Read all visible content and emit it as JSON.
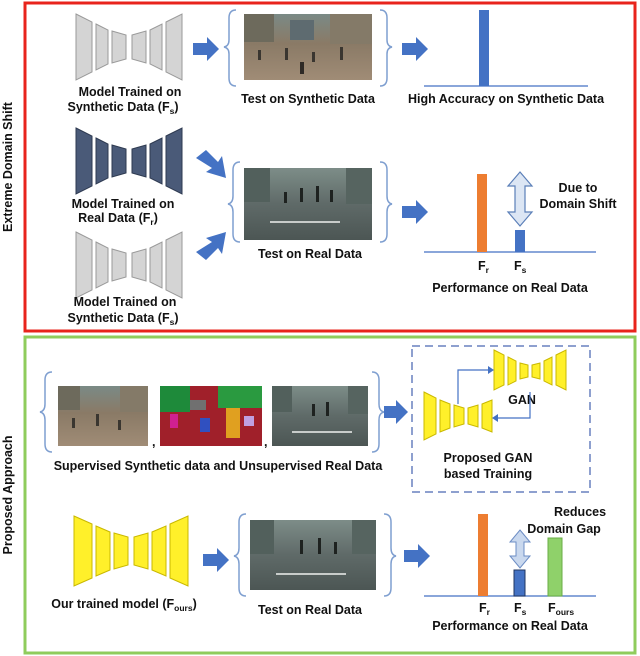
{
  "colors": {
    "top_border": "#e8241c",
    "bottom_border": "#8fcc5c",
    "arrow_blue": "#4472c4",
    "brace": "#7f9fd0",
    "bar_blue": "#4472c4",
    "bar_orange": "#ed7d31",
    "bar_green": "#8fd16a",
    "model_gray": "#d4d4d4",
    "model_dark": "#4a5a78",
    "model_yellow": "#fff02a",
    "gan_box": "#8ea0cf"
  },
  "top_section": {
    "side_label": "Extreme Domain Shift",
    "row1": {
      "model_label_line1": "Model Trained on",
      "model_label_line2": "Synthetic Data (F",
      "model_label_sub": "s",
      "model_label_end": ")",
      "test_label": "Test on Synthetic Data",
      "result_label": "High Accuracy on Synthetic Data"
    },
    "row2": {
      "real_model_line1": "Model Trained on",
      "real_model_line2": "Real Data (F",
      "real_model_sub": "r",
      "real_model_end": ")",
      "syn_model_line1": "Model Trained on",
      "syn_model_line2": "Synthetic Data (F",
      "syn_model_sub": "s",
      "syn_model_end": ")",
      "test_label": "Test on Real Data",
      "annotation_line1": "Due to",
      "annotation_line2": "Domain Shift",
      "tick_fr": "F",
      "tick_fr_sub": "r",
      "tick_fs": "F",
      "tick_fs_sub": "s",
      "result_label": "Performance on Real Data"
    }
  },
  "bottom_section": {
    "side_label": "Proposed Approach",
    "row1": {
      "data_label": "Supervised Synthetic data and Unsupervised Real Data",
      "separator": ",",
      "gan_label": "GAN",
      "training_line1": "Proposed GAN",
      "training_line2": "based Training"
    },
    "row2": {
      "model_label": "Our trained model (F",
      "model_label_sub": "ours",
      "model_label_end": ")",
      "test_label": "Test on Real Data",
      "annotation_line1": "Reduces",
      "annotation_line2": "Domain Gap",
      "tick_fr": "F",
      "tick_fr_sub": "r",
      "tick_fs": "F",
      "tick_fs_sub": "s",
      "tick_fours": "F",
      "tick_fours_sub": "ours",
      "result_label": "Performance on Real Data"
    }
  }
}
